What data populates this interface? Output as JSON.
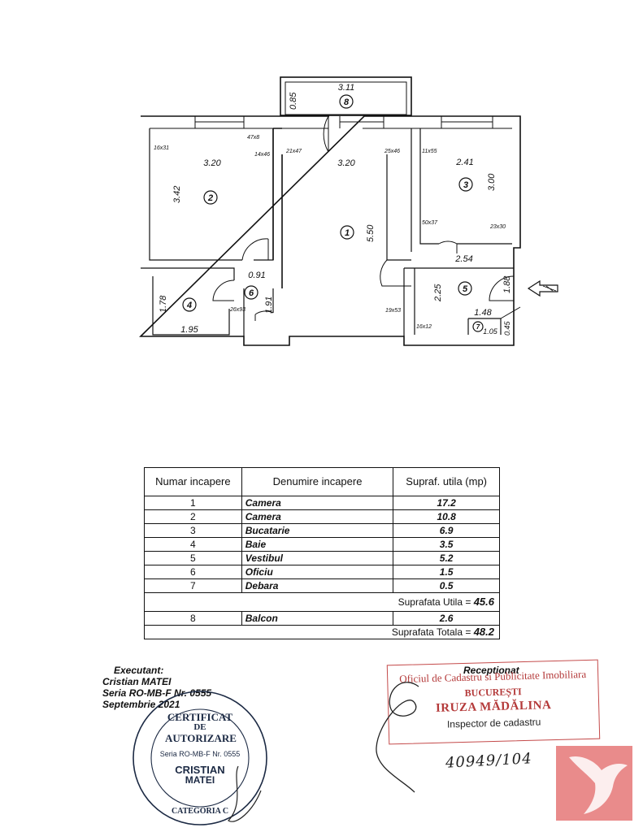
{
  "floor_plan": {
    "rooms": [
      {
        "number": "1",
        "dims": [
          "3.20",
          "5.50"
        ]
      },
      {
        "number": "2",
        "dims": [
          "3.20",
          "3.42"
        ]
      },
      {
        "number": "3",
        "dims": [
          "2.41",
          "3.00"
        ]
      },
      {
        "number": "4",
        "dims": [
          "1.78",
          "1.95"
        ]
      },
      {
        "number": "5",
        "dims": [
          "2.54",
          "2.25",
          "1.88",
          "1.48"
        ]
      },
      {
        "number": "6",
        "dims": [
          "0.91",
          "1.91"
        ]
      },
      {
        "number": "7",
        "dims": [
          "1.05",
          "0.45"
        ]
      },
      {
        "number": "8",
        "dims": [
          "3.11",
          "0.85"
        ]
      }
    ],
    "window_labels": [
      "16x31",
      "47x8",
      "14x46",
      "21x47",
      "25x46",
      "11x55",
      "50x37",
      "23x30",
      "26x93",
      "19x53",
      "16x12"
    ]
  },
  "table": {
    "headers": [
      "Numar incapere",
      "Denumire incapere",
      "Supraf. utila (mp)"
    ],
    "rows": [
      {
        "nr": "1",
        "name": "Camera",
        "area": "17.2"
      },
      {
        "nr": "2",
        "name": "Camera",
        "area": "10.8"
      },
      {
        "nr": "3",
        "name": "Bucatarie",
        "area": "6.9"
      },
      {
        "nr": "4",
        "name": "Baie",
        "area": "3.5"
      },
      {
        "nr": "5",
        "name": "Vestibul",
        "area": "5.2"
      },
      {
        "nr": "6",
        "name": "Oficiu",
        "area": "1.5"
      },
      {
        "nr": "7",
        "name": "Debara",
        "area": "0.5"
      }
    ],
    "util_label": "Suprafata Utila =",
    "util_value": "45.6",
    "balcony": {
      "nr": "8",
      "name": "Balcon",
      "area": "2.6"
    },
    "total_label": "Suprafata Totala =",
    "total_value": "48.2"
  },
  "executant": {
    "title": "Executant:",
    "name": "Cristian MATEI",
    "series": "Seria RO-MB-F Nr. 0555",
    "date": "Septembrie 2021"
  },
  "round_stamp": {
    "line1": "CERTIFICAT",
    "line2": "DE",
    "line3": "AUTORIZARE",
    "series": "Seria RO-MB-F Nr. 0555",
    "name1": "CRISTIAN",
    "name2": "MATEI",
    "category": "CATEGORIA C"
  },
  "receptionat": {
    "title": "Receptionat",
    "office": "Oficiul de Cadastru si Publicitate Imobiliara",
    "city": "BUCUREȘTI",
    "inspector_name": "IRUZA MĂDĂLINA",
    "role": "Inspector de cadastru",
    "handwritten_number": "40949/104"
  },
  "colors": {
    "ink": "#111111",
    "stamp_red": "#b43a3a",
    "stamp_blue": "#1c2a44",
    "logo": "#e98b8b"
  }
}
